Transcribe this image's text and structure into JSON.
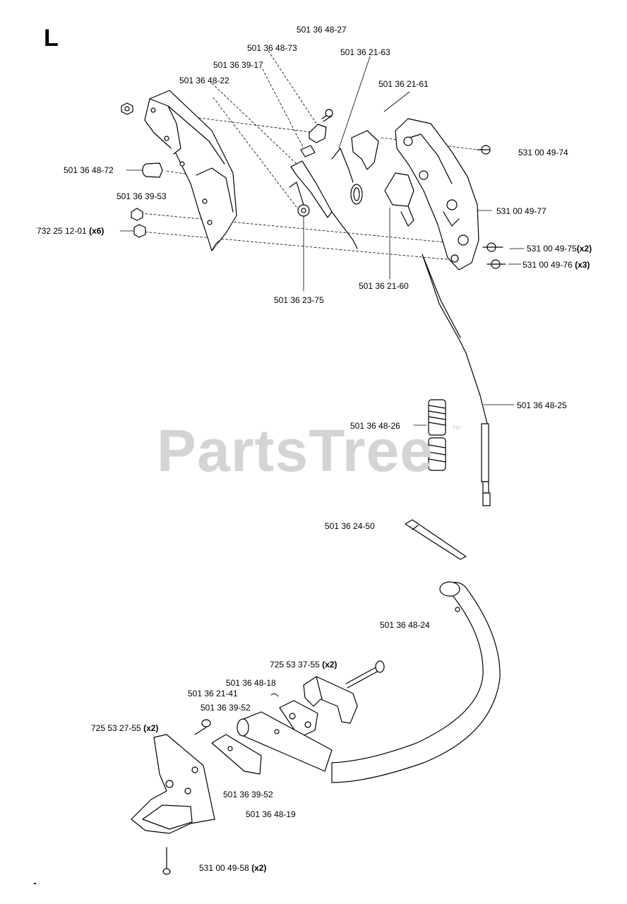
{
  "section": "L",
  "watermark": "PartsTree",
  "watermark_tm": "™",
  "parts": {
    "p_48_27": "501 36 48-27",
    "p_48_73": "501 36 48-73",
    "p_21_63": "501 36 21-63",
    "p_39_17": "501 36 39-17",
    "p_48_22": "501 36 48-22",
    "p_21_61": "501 36 21-61",
    "p_49_74": "531 00 49-74",
    "p_48_72": "501 36 48-72",
    "p_39_53": "501 36 39-53",
    "p_49_77": "531 00 49-77",
    "p_732": "732 25 12-01",
    "p_732_qty": "(x6)",
    "p_49_75": "531 00 49-75",
    "p_49_75_qty": "(x2)",
    "p_49_76": "531 00 49-76",
    "p_49_76_qty": "(x3)",
    "p_21_60": "501 36 21-60",
    "p_23_75": "501 36 23-75",
    "p_48_25": "501 36 48-25",
    "p_48_26": "501 36 48-26",
    "p_24_50": "501 36 24-50",
    "p_48_24": "501 36 48-24",
    "p_725_37": "725 53 37-55",
    "p_725_37_qty": "(x2)",
    "p_48_18": "501 36 48-18",
    "p_21_41": "501 36 21-41",
    "p_39_52a": "501 36 39-52",
    "p_725_27": "725 53 27-55",
    "p_725_27_qty": "(x2)",
    "p_39_52b": "501 36 39-52",
    "p_48_19": "501 36 48-19",
    "p_49_58": "531 00 49-58",
    "p_49_58_qty": "(x2)"
  }
}
